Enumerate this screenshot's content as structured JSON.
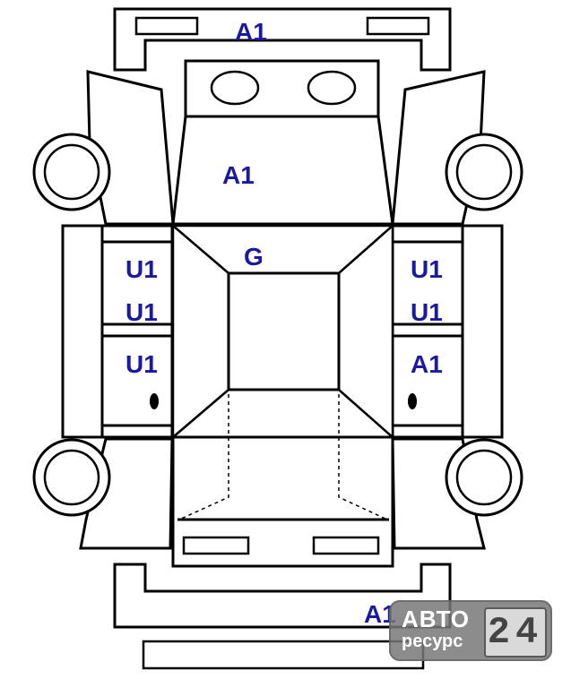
{
  "colors": {
    "label": "#1a1aa0",
    "line": "#000000",
    "watermark_bg": "#7a7a7a"
  },
  "labels": {
    "front_bumper": "A1",
    "hood": "A1",
    "roof": "G",
    "left_front_door_upper": "U1",
    "left_front_door_lower": "U1",
    "left_rear_door": "U1",
    "right_front_door_upper": "U1",
    "right_front_door_lower": "U1",
    "right_rear_door": "A1",
    "rear_bumper": "A1"
  },
  "watermark": {
    "line1": "АВТО",
    "line2": "ресурс",
    "number": "24"
  }
}
